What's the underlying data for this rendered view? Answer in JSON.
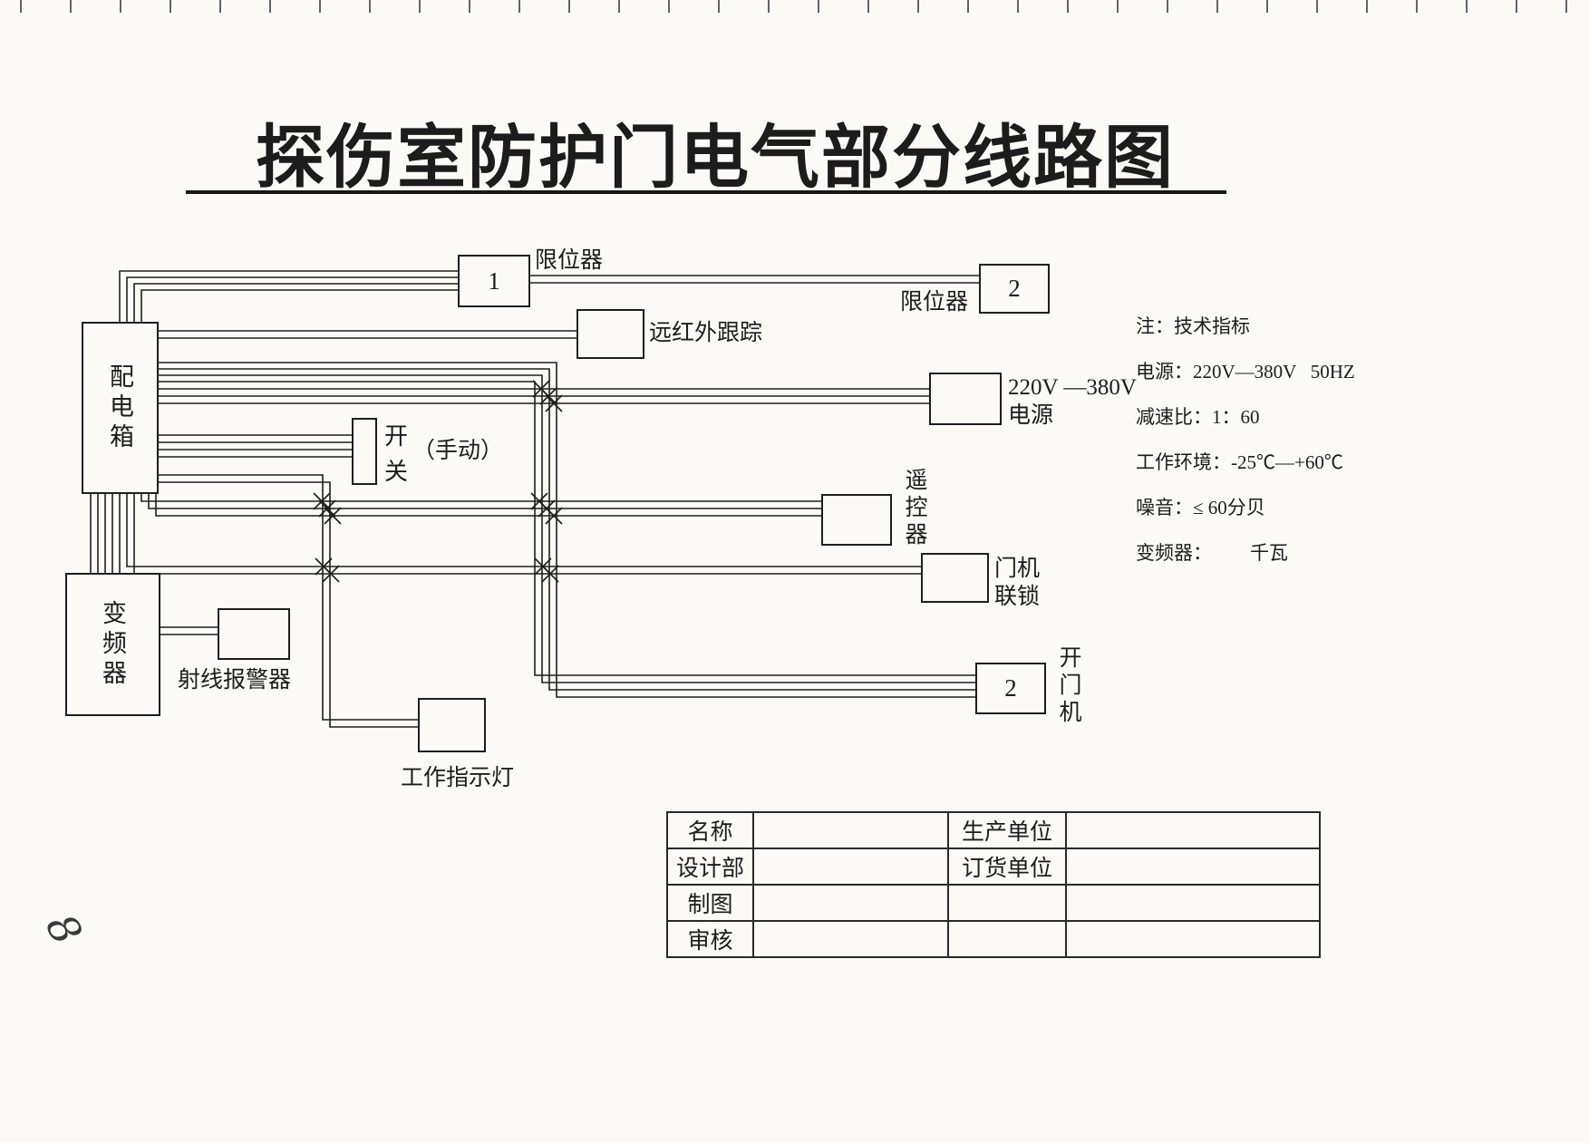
{
  "title": "探伤室防护门电气部分线路图",
  "page_number": "8",
  "components": {
    "distribution_box": "配电箱",
    "inverter": "变频器",
    "limit_switch_1": {
      "number": "1",
      "label": "限位器"
    },
    "limit_switch_2": {
      "number": "2",
      "label": "限位器"
    },
    "infrared_tracking": "远红外跟踪",
    "power_supply": "220V —380V\n电源",
    "manual_switch": {
      "chars": "开\n关",
      "suffix": "（手动）"
    },
    "remote_control": "遥控器",
    "door_interlock": "门机\n联锁",
    "radiation_alarm": "射线报警器",
    "door_opener": {
      "number": "2",
      "label": "开门机"
    },
    "work_indicator": "工作指示灯"
  },
  "notes": {
    "heading": "注：技术指标",
    "power": "电源：220V—380V   50HZ",
    "reduction_ratio": "减速比：1：60",
    "environment": "工作环境：-25℃—+60℃",
    "noise": "噪音：≤ 60分贝",
    "inverter_kw": "变频器：        千瓦"
  },
  "title_block": {
    "name_label": "名称",
    "producer_label": "生产单位",
    "design_label": "设计部",
    "order_label": "订货单位",
    "drawing_label": "制图",
    "review_label": "审核"
  }
}
